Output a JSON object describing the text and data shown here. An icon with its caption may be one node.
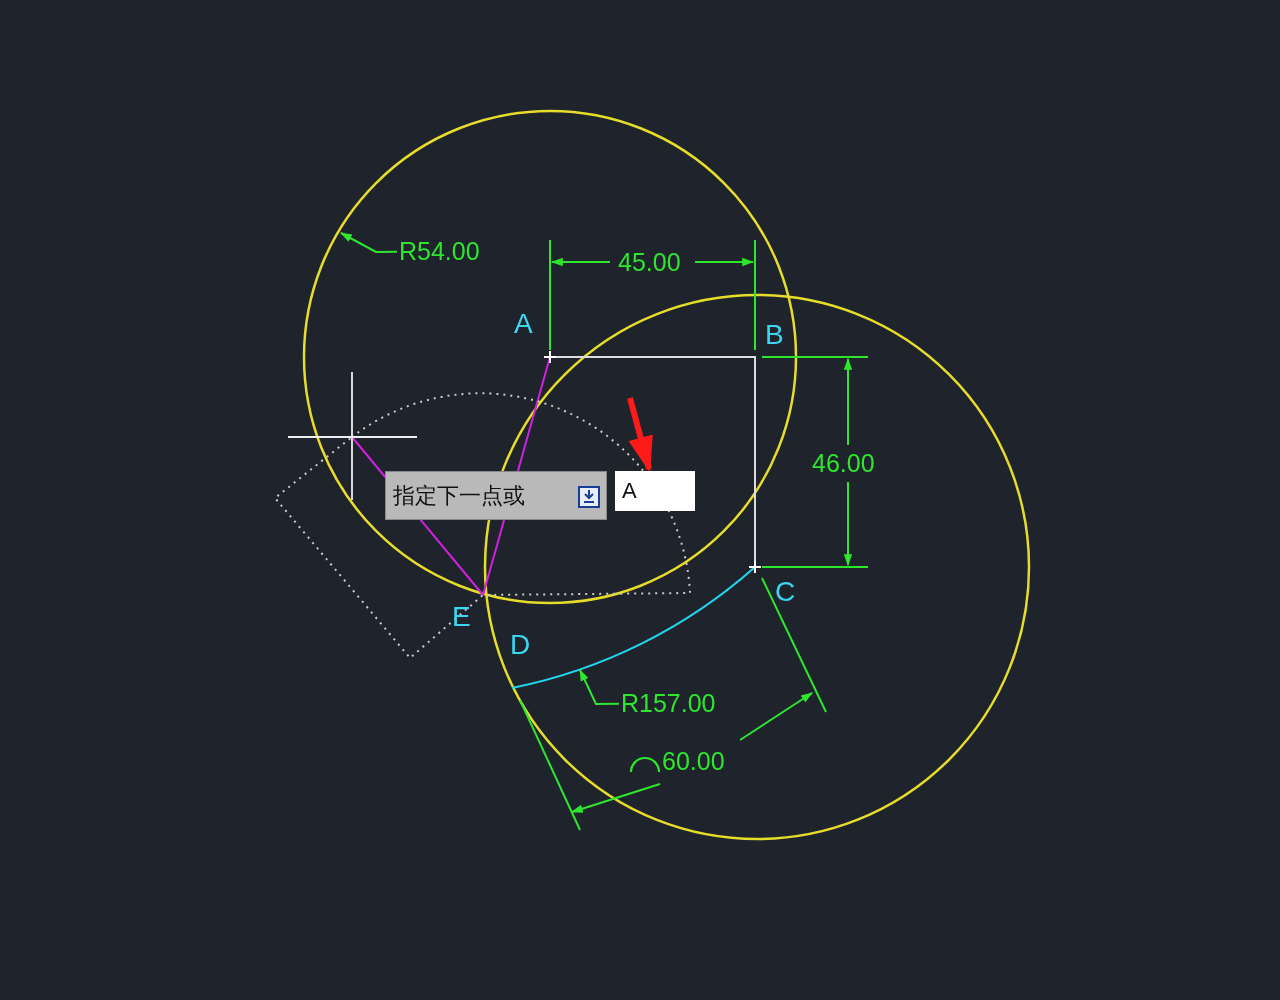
{
  "diagram": {
    "nodes": [
      {
        "text": [
          "R54.00"
        ]
      },
      {
        "text": [
          "R157.00"
        ]
      },
      {
        "text": [
          "指定下一点或"
        ]
      },
      {
        "text": [
          "A"
        ]
      }
    ],
    "edges": [
      {
        "from": 0,
        "to": null,
        "arrow": "to"
      },
      {
        "from": 1,
        "to": null,
        "arrow": "to"
      },
      {
        "from": null,
        "to": 3,
        "arrow": "to",
        "style": "thick",
        "color": "#ff1a1a"
      }
    ],
    "labels": [
      "45.00",
      "A",
      "B",
      "46.00",
      "C",
      "E",
      "D",
      "60.00"
    ]
  }
}
